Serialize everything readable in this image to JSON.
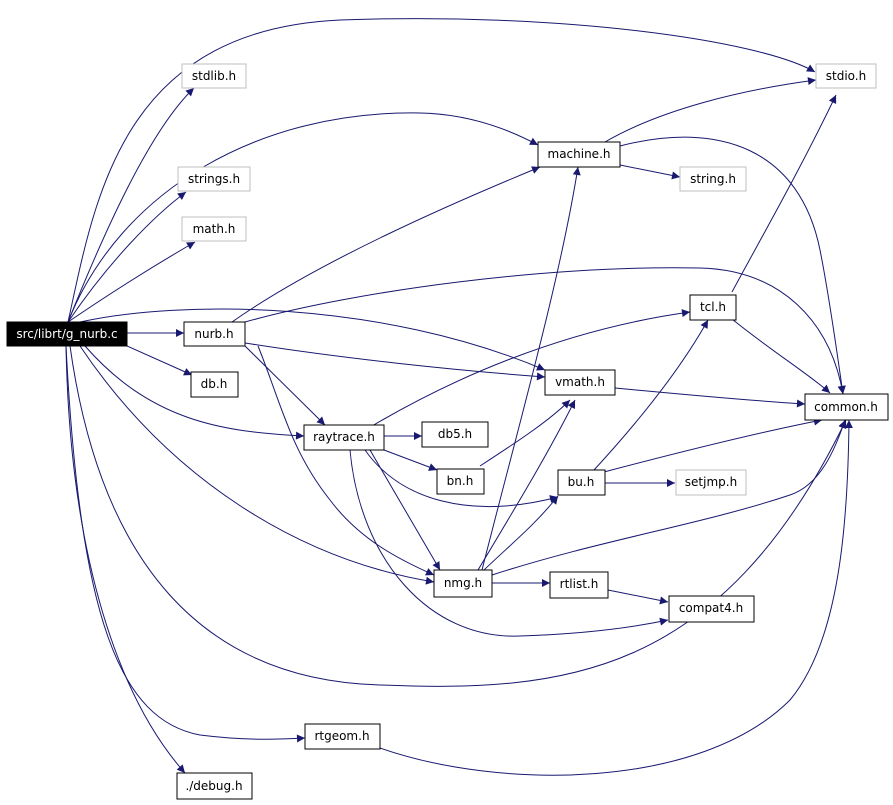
{
  "colors": {
    "edge": "#191970",
    "node_border": "#000000",
    "external_border": "#bfbfbf",
    "root_fill": "#000000",
    "root_text": "#ffffff"
  },
  "nodes": {
    "g_nurb": {
      "label": "src/librt/g_nurb.c",
      "kind": "root"
    },
    "stdlib": {
      "label": "stdlib.h",
      "kind": "external"
    },
    "strings": {
      "label": "strings.h",
      "kind": "external"
    },
    "math": {
      "label": "math.h",
      "kind": "external"
    },
    "stdio": {
      "label": "stdio.h",
      "kind": "external"
    },
    "machine": {
      "label": "machine.h",
      "kind": "normal"
    },
    "string": {
      "label": "string.h",
      "kind": "external"
    },
    "tcl": {
      "label": "tcl.h",
      "kind": "normal"
    },
    "nurb": {
      "label": "nurb.h",
      "kind": "normal"
    },
    "vmath": {
      "label": "vmath.h",
      "kind": "normal"
    },
    "db": {
      "label": "db.h",
      "kind": "normal"
    },
    "common": {
      "label": "common.h",
      "kind": "normal"
    },
    "raytrace": {
      "label": "raytrace.h",
      "kind": "normal"
    },
    "db5": {
      "label": "db5.h",
      "kind": "normal"
    },
    "bn": {
      "label": "bn.h",
      "kind": "normal"
    },
    "bu": {
      "label": "bu.h",
      "kind": "normal"
    },
    "setjmp": {
      "label": "setjmp.h",
      "kind": "external"
    },
    "nmg": {
      "label": "nmg.h",
      "kind": "normal"
    },
    "rtlist": {
      "label": "rtlist.h",
      "kind": "normal"
    },
    "compat4": {
      "label": "compat4.h",
      "kind": "normal"
    },
    "rtgeom": {
      "label": "rtgeom.h",
      "kind": "normal"
    },
    "debug": {
      "label": "./debug.h",
      "kind": "normal"
    }
  }
}
